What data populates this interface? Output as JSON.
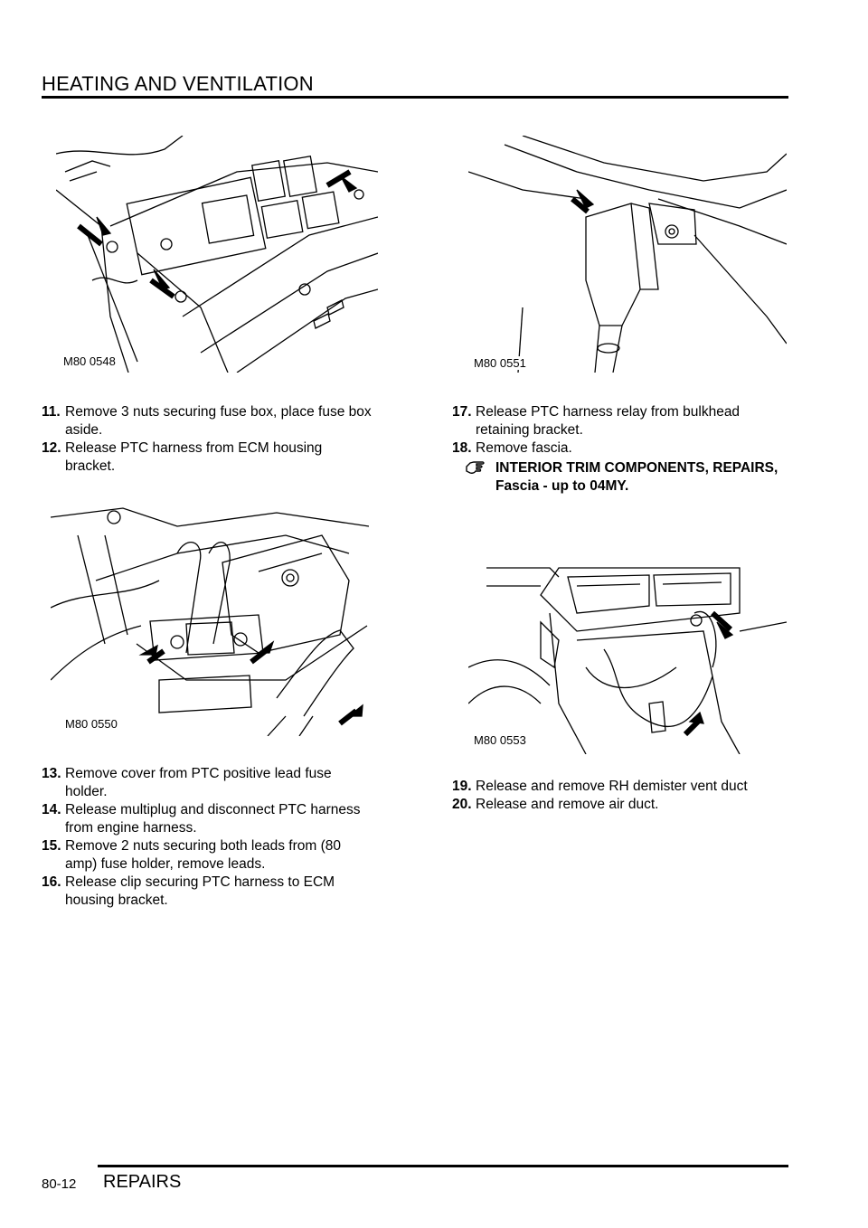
{
  "header": {
    "title": "HEATING AND VENTILATION"
  },
  "figures": [
    {
      "id": "fig1",
      "label": "M80 0548"
    },
    {
      "id": "fig2",
      "label": "M80 0551"
    },
    {
      "id": "fig3",
      "label": "M80 0550"
    },
    {
      "id": "fig4",
      "label": "M80 0553"
    }
  ],
  "steps_a": [
    {
      "num": "11.",
      "text": "Remove 3 nuts securing fuse box, place fuse box aside."
    },
    {
      "num": "12.",
      "text": "Release PTC harness from ECM housing bracket."
    }
  ],
  "steps_b": [
    {
      "num": "17.",
      "text": "Release PTC harness relay from bulkhead retaining bracket."
    },
    {
      "num": "18.",
      "text": "Remove fascia."
    }
  ],
  "xref": {
    "icon": "pointing-hand-icon",
    "text": "INTERIOR TRIM COMPONENTS, REPAIRS, Fascia - up to 04MY."
  },
  "steps_c": [
    {
      "num": "13.",
      "text": "Remove cover from PTC positive lead fuse holder."
    },
    {
      "num": "14.",
      "text": "Release multiplug and disconnect PTC harness from engine harness."
    },
    {
      "num": "15.",
      "text": "Remove 2 nuts securing both leads from (80 amp) fuse holder, remove leads."
    },
    {
      "num": "16.",
      "text": "Release clip securing PTC harness to ECM housing bracket."
    }
  ],
  "steps_d": [
    {
      "num": "19.",
      "text": "Release and remove RH demister vent duct"
    },
    {
      "num": "20.",
      "text": "Release and remove air duct."
    }
  ],
  "footer": {
    "page": "80-12",
    "section": "REPAIRS"
  }
}
